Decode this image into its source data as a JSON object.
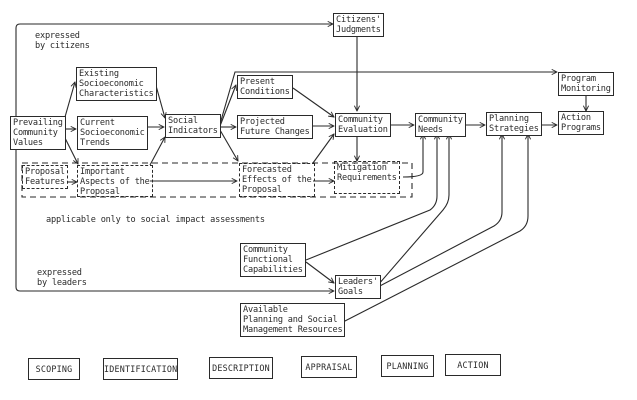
{
  "diagram": {
    "annotations": {
      "expressed_by_citizens": "expressed\nby citizens",
      "expressed_by_leaders": "expressed\nby leaders",
      "sia_note": "applicable only to social impact assessments"
    },
    "nodes": {
      "prevailing_values": "Prevailing\nCommunity\nValues",
      "existing_characteristics": "Existing\nSocioeconomic\nCharacteristics",
      "current_trends": "Current\nSocioeconomic\nTrends",
      "proposal_features": "Proposal\nFeatures",
      "important_aspects": "Important\nAspects of the\nProposal",
      "social_indicators": "Social\nIndicators",
      "present_conditions": "Present\nConditions",
      "projected_changes": "Projected\nFuture Changes",
      "forecasted_effects": "Forecasted\nEffects of the\nProposal",
      "citizens_judgments": "Citizens'\nJudgments",
      "community_evaluation": "Community\nEvaluation",
      "mitigation_requirements": "Mitigation\nRequirements",
      "community_needs": "Community\nNeeds",
      "planning_strategies": "Planning\nStrategies",
      "program_monitoring": "Program\nMonitoring",
      "action_programs": "Action\nPrograms",
      "functional_capabilities": "Community\nFunctional\nCapabilities",
      "leaders_goals": "Leaders'\nGoals",
      "available_resources": "Available\nPlanning and Social\nManagement Resources"
    },
    "phases": [
      "SCOPING",
      "IDENTIFICATION",
      "DESCRIPTION",
      "APPRAISAL",
      "PLANNING",
      "ACTION"
    ],
    "edges": [
      [
        "prevailing_values",
        "citizens_judgments"
      ],
      [
        "prevailing_values",
        "leaders_goals"
      ],
      [
        "prevailing_values",
        "existing_characteristics"
      ],
      [
        "prevailing_values",
        "current_trends"
      ],
      [
        "prevailing_values",
        "important_aspects"
      ],
      [
        "proposal_features",
        "important_aspects"
      ],
      [
        "existing_characteristics",
        "social_indicators"
      ],
      [
        "current_trends",
        "social_indicators"
      ],
      [
        "important_aspects",
        "social_indicators"
      ],
      [
        "important_aspects",
        "forecasted_effects"
      ],
      [
        "social_indicators",
        "present_conditions"
      ],
      [
        "social_indicators",
        "projected_changes"
      ],
      [
        "social_indicators",
        "forecasted_effects"
      ],
      [
        "social_indicators",
        "program_monitoring"
      ],
      [
        "present_conditions",
        "community_evaluation"
      ],
      [
        "projected_changes",
        "community_evaluation"
      ],
      [
        "forecasted_effects",
        "community_evaluation"
      ],
      [
        "forecasted_effects",
        "mitigation_requirements"
      ],
      [
        "citizens_judgments",
        "community_evaluation"
      ],
      [
        "community_evaluation",
        "mitigation_requirements"
      ],
      [
        "community_evaluation",
        "community_needs"
      ],
      [
        "mitigation_requirements",
        "community_needs"
      ],
      [
        "functional_capabilities",
        "community_needs"
      ],
      [
        "functional_capabilities",
        "leaders_goals"
      ],
      [
        "leaders_goals",
        "community_needs"
      ],
      [
        "leaders_goals",
        "planning_strategies"
      ],
      [
        "available_resources",
        "planning_strategies"
      ],
      [
        "community_needs",
        "planning_strategies"
      ],
      [
        "planning_strategies",
        "action_programs"
      ],
      [
        "program_monitoring",
        "action_programs"
      ]
    ]
  }
}
